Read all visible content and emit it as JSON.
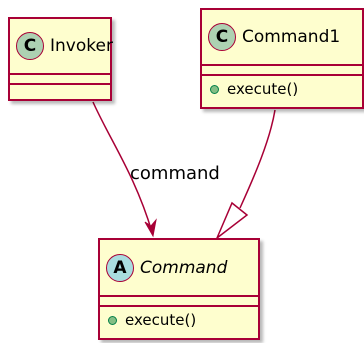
{
  "classes": {
    "invoker": {
      "stereotype_letter": "C",
      "name": "Invoker",
      "methods": []
    },
    "command1": {
      "stereotype_letter": "C",
      "name": "Command1",
      "methods": [
        "execute()"
      ]
    },
    "command": {
      "stereotype_letter": "A",
      "name": "Command",
      "abstract": true,
      "methods": [
        "execute()"
      ]
    }
  },
  "relations": [
    {
      "from": "Invoker",
      "to": "Command",
      "type": "association",
      "label": "command"
    },
    {
      "from": "Command1",
      "to": "Command",
      "type": "generalization",
      "label": ""
    }
  ],
  "colors": {
    "border": "#a80036",
    "class_fill": "#fefece",
    "class_badge": "#add1b2",
    "abstract_badge": "#a9dcdf",
    "public_method": "#84be84"
  }
}
